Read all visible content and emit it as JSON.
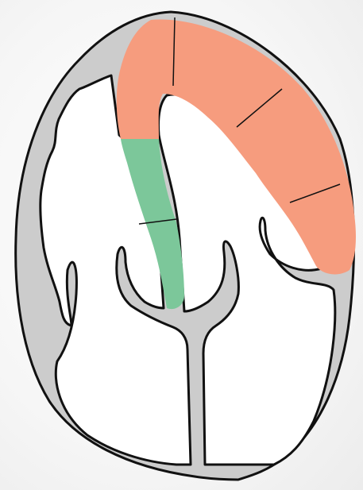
{
  "diagram": {
    "kind": "heart-chamber-cross-section",
    "regions": [
      {
        "id": "outer-wall",
        "segments": 1
      },
      {
        "id": "highlight-septal",
        "segments": 2
      },
      {
        "id": "highlight-lateral",
        "segments": 4
      },
      {
        "id": "chamber-left"
      },
      {
        "id": "chamber-right"
      }
    ]
  },
  "colors": {
    "background": "#f4f4f4",
    "wall_fill": "#cccccc",
    "outline": "#111111",
    "chamber_fill": "#ffffff",
    "highlight_salmon": "#f69c7e",
    "highlight_green": "#7cc79a"
  }
}
